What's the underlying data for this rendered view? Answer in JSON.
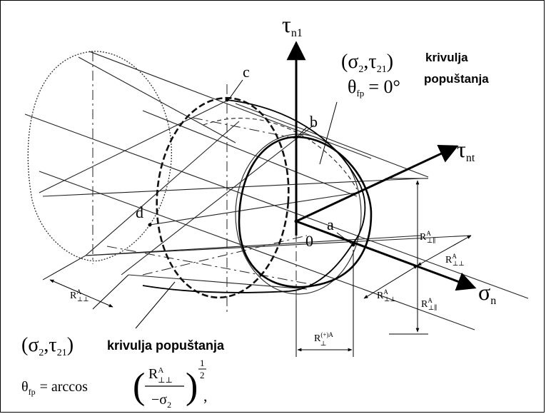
{
  "axes": {
    "tau_n1": {
      "sym": "τ",
      "sub": "n1"
    },
    "tau_nt": {
      "sym": "τ",
      "sub": "nt"
    },
    "sigma_n": {
      "sym": "σ",
      "sub": "n"
    }
  },
  "points": {
    "a": "a",
    "b": "b",
    "c": "c",
    "d": "d",
    "origin": "0"
  },
  "top_label": {
    "expr_open": "(σ",
    "expr_sub1": "2",
    "expr_mid": ",τ",
    "expr_sub2": "21",
    "expr_close": ")",
    "text_line1": "krivulja",
    "text_line2": "popuštanja",
    "theta_sym": "θ",
    "theta_sub": "fp",
    "theta_value": "= 0°"
  },
  "bottom_label": {
    "expr_open": "(σ",
    "expr_sub1": "2",
    "expr_mid": ",τ",
    "expr_sub2": "21",
    "expr_close": ")",
    "text": "krivulja popuštanja",
    "theta_sym": "θ",
    "theta_sub": "fp",
    "theta_eq": "= arccos",
    "numerator_R": "R",
    "numerator_sup": "A",
    "numerator_sub": "⊥⊥",
    "denominator": "−σ",
    "denominator_sub": "2",
    "exponent_num": "1",
    "exponent_den": "2",
    "end_comma": ","
  },
  "dimensions": {
    "r_perp_perp_left": {
      "R": "R",
      "sup": "A",
      "sub": "⊥⊥"
    },
    "r_perp_par_upper": {
      "R": "R",
      "sup": "A",
      "sub": "⊥∥"
    },
    "r_perp_par_lower": {
      "R": "R",
      "sup": "A",
      "sub": "⊥∥"
    },
    "r_perp_perp_right": {
      "R": "R",
      "sup": "A",
      "sub": "⊥⊥"
    },
    "r_perp_perp_mid": {
      "R": "R",
      "sup": "A",
      "sub": "⊥⊥"
    },
    "r_perp_plus": {
      "R": "R",
      "sup": "(+)A",
      "sub": "⊥"
    }
  }
}
